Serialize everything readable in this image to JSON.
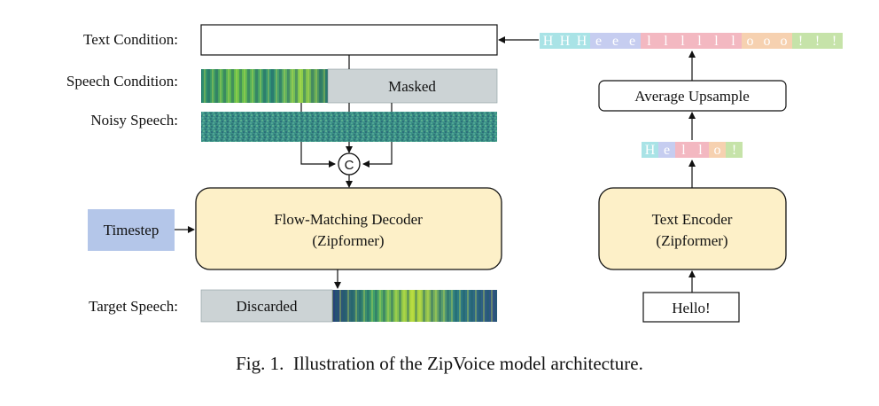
{
  "labels": {
    "text_condition": "Text Condition:",
    "speech_condition": "Speech Condition:",
    "noisy_speech": "Noisy Speech:",
    "target_speech": "Target Speech:"
  },
  "blocks": {
    "masked": "Masked",
    "discarded": "Discarded",
    "concat_symbol": "C",
    "timestep": "Timestep",
    "decoder_line1": "Flow-Matching Decoder",
    "decoder_line2": "(Zipformer)",
    "average_upsample": "Average Upsample",
    "text_encoder_line1": "Text Encoder",
    "text_encoder_line2": "(Zipformer)",
    "input_text": "Hello!"
  },
  "upsampled_tokens": [
    "H",
    "H",
    "H",
    "e",
    "e",
    "e",
    "l",
    "l",
    "l",
    "l",
    "l",
    "l",
    "o",
    "o",
    "o",
    "!",
    "!",
    "!"
  ],
  "encoded_tokens": [
    "H",
    "e",
    "l",
    "l",
    "o",
    "!"
  ],
  "token_colors": {
    "H": "#a9e3e6",
    "e": "#c6cdf0",
    "l": "#f3b8c1",
    "o": "#f6d1b0",
    "!": "#c6e3a9"
  },
  "colors": {
    "decoder_fill": "#fdf0c8",
    "timestep_fill": "#b4c6e9",
    "masked_fill": "#ccd3d5",
    "noise_fill": "#3a8f86"
  },
  "caption": {
    "fig": "Fig. 1.",
    "text": "Illustration of the ZipVoice model architecture."
  }
}
